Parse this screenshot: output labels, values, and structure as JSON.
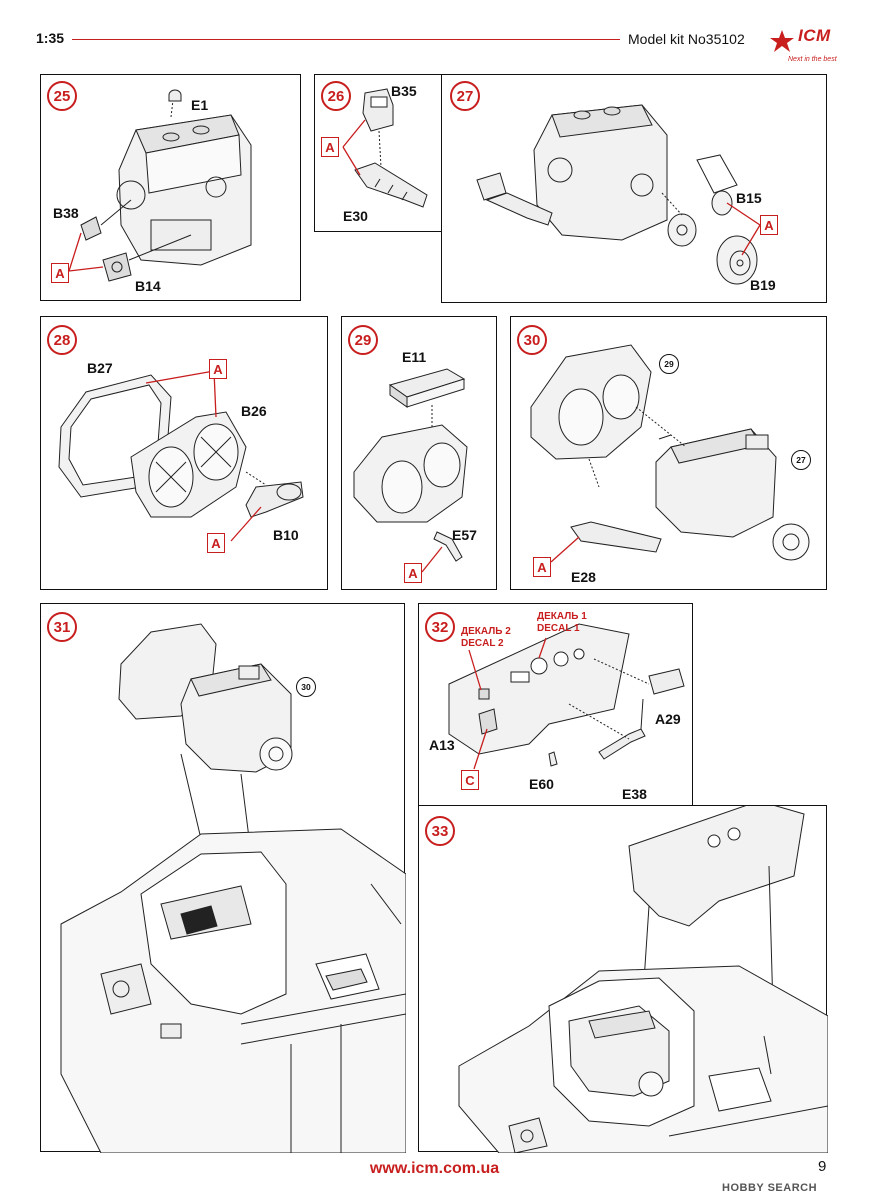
{
  "header": {
    "scale": "1:35",
    "kit": "Model kit No35102",
    "logo": "ICM",
    "logo_tagline": "Next in the best",
    "accent_color": "#c81e1e"
  },
  "steps": {
    "s25": {
      "num": "25",
      "parts": {
        "e1": "E1",
        "b38": "B38",
        "b14": "B14"
      },
      "marker": "A"
    },
    "s26": {
      "num": "26",
      "parts": {
        "b35": "B35",
        "e30": "E30"
      },
      "marker": "A"
    },
    "s27": {
      "num": "27",
      "parts": {
        "b15": "B15",
        "b19": "B19"
      },
      "marker": "A"
    },
    "s28": {
      "num": "28",
      "parts": {
        "b27": "B27",
        "b26": "B26",
        "b10": "B10"
      },
      "marker": "A"
    },
    "s29": {
      "num": "29",
      "parts": {
        "e11": "E11",
        "e57": "E57"
      },
      "marker": "A"
    },
    "s30": {
      "num": "30",
      "parts": {
        "e28": "E28"
      },
      "marker": "A",
      "ref_a": "29",
      "ref_b": "27"
    },
    "s31": {
      "num": "31",
      "ref": "30"
    },
    "s32": {
      "num": "32",
      "parts": {
        "a13": "A13",
        "a29": "A29",
        "e60": "E60",
        "e38": "E38"
      },
      "marker": "C",
      "decal2": "ДЕКАЛЬ 2\nDECAL 2",
      "decal1": "ДЕКАЛЬ 1\nDECAL 1"
    },
    "s33": {
      "num": "33"
    }
  },
  "footer": {
    "url": "www.icm.com.ua",
    "page": "9",
    "watermark": "HOBBY SEARCH"
  }
}
